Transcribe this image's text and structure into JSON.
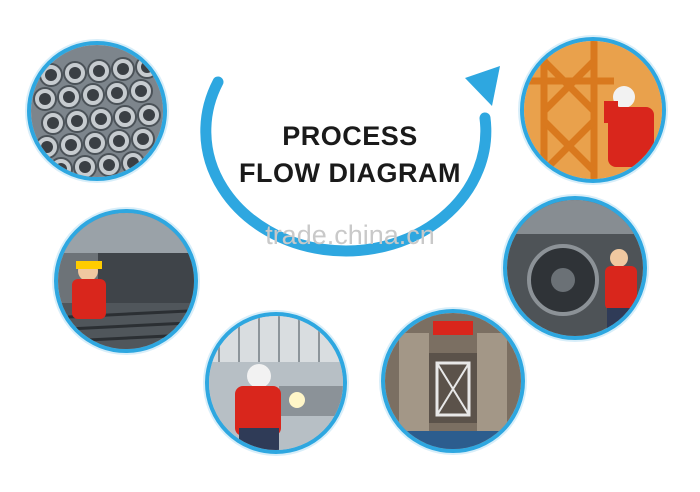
{
  "title": {
    "line1": "PROCESS",
    "line2": "FLOW DIAGRAM"
  },
  "watermark": "trade.china.cn",
  "colors": {
    "ring": "#2ea7e0",
    "arrow": "#2ea7e0",
    "title": "#1a1a1a",
    "worker": "#d9261c"
  },
  "steps": [
    {
      "id": "steel-pipes"
    },
    {
      "id": "cutting"
    },
    {
      "id": "welding"
    },
    {
      "id": "galvanizing"
    },
    {
      "id": "machining"
    },
    {
      "id": "tower-assembly"
    }
  ]
}
